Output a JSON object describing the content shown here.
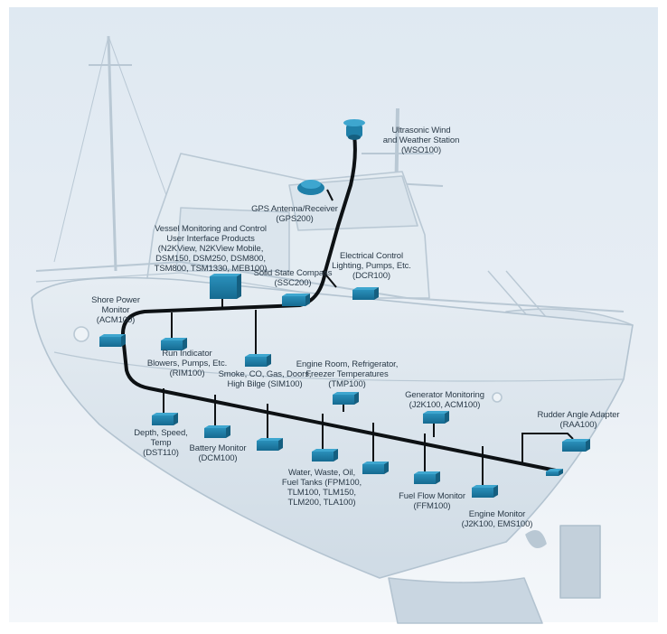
{
  "colors": {
    "background_top": "#dfe9f2",
    "background_bottom": "#f4f7fa",
    "boat_outline": "#b9c8d4",
    "boat_fill": "#e2eaf1",
    "backbone": "#0d1114",
    "device": "#1f7fa8",
    "device_dark": "#155f80",
    "label": "#2a3a48"
  },
  "labels": {
    "wso": "Ultrasonic Wind\nand Weather Station\n(WSO100)",
    "gps": "GPS Antenna/Receiver\n(GPS200)",
    "vessel": "Vessel Monitoring and Control\nUser Interface Products\n(N2KView, N2KView Mobile,\nDSM150, DSM250, DSM800,\nTSM800, TSM1330, MEB100)",
    "ssc": "Solid State Compass\n(SSC200)",
    "dcr": "Electrical Control\nLighting, Pumps, Etc.\n(DCR100)",
    "shore": "Shore Power\nMonitor\n(ACM100)",
    "rim": "Run Indicator\nBlowers, Pumps, Etc.\n(RIM100)",
    "sim": "Smoke, CO, Gas, Doors,\nHigh Bilge (SIM100)",
    "tmp": "Engine Room, Refrigerator,\nFreezer Temperatures\n(TMP100)",
    "gen": "Generator Monitoring\n(J2K100, ACM100)",
    "raa": "Rudder Angle Adapter\n(RAA100)",
    "dst": "Depth, Speed,\nTemp\n(DST110)",
    "dcm": "Battery Monitor\n(DCM100)",
    "fpm": "Water, Waste, Oil,\nFuel Tanks (FPM100,\nTLM100, TLM150,\nTLM200, TLA100)",
    "ffm": "Fuel Flow Monitor\n(FFM100)",
    "ems": "Engine Monitor\n(J2K100, EMS100)"
  }
}
